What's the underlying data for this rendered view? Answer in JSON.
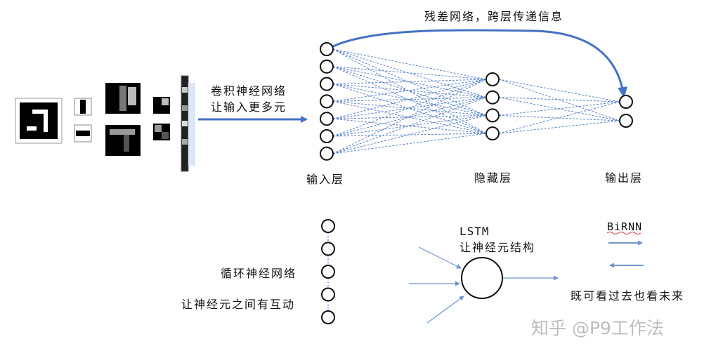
{
  "texts": {
    "residual": "残差网络，跨层传递信息",
    "cnn_line1": "卷积神经网络",
    "cnn_line2": "让输入更多元",
    "input_layer": "输入层",
    "hidden_layer": "隐藏层",
    "output_layer": "输出层",
    "rnn_line1": "循环神经网络",
    "rnn_line2": "让神经元之间有互动",
    "lstm": "LSTM",
    "lstm_desc": "让神经元结构",
    "birnn": "BiRNN",
    "birnn_desc": "既可看过去也看未来",
    "watermark": "知乎 @P9工作法"
  },
  "network": {
    "input_nodes": 7,
    "hidden_nodes": 4,
    "output_nodes": 2
  },
  "rnn_nodes": 5,
  "colors": {
    "arrow_blue": "#4472c4",
    "dashed_blue": "#5a82c8",
    "thin_blue": "#6f93cf",
    "node_stroke": "#111111"
  }
}
